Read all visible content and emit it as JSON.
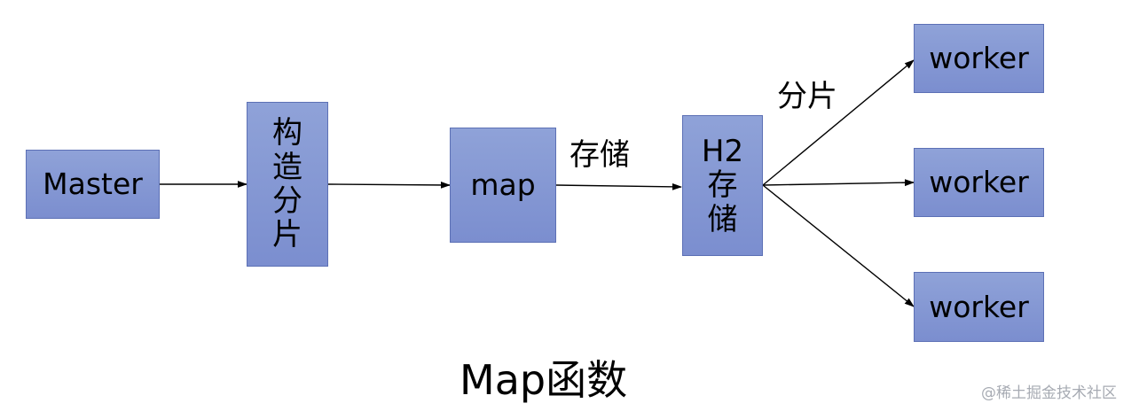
{
  "nodes": {
    "master": "Master",
    "build_shards": "构\n造\n分\n片",
    "map": "map",
    "h2_storage": "H2\n存\n储",
    "worker_1": "worker",
    "worker_2": "worker",
    "worker_3": "worker"
  },
  "edge_labels": {
    "store": "存储",
    "shard": "分片"
  },
  "title": "Map函数",
  "watermark": "@稀土掘金技术社区",
  "colors": {
    "box_fill": "#8497d3",
    "box_border": "#5c70b5",
    "arrow": "#000000"
  }
}
